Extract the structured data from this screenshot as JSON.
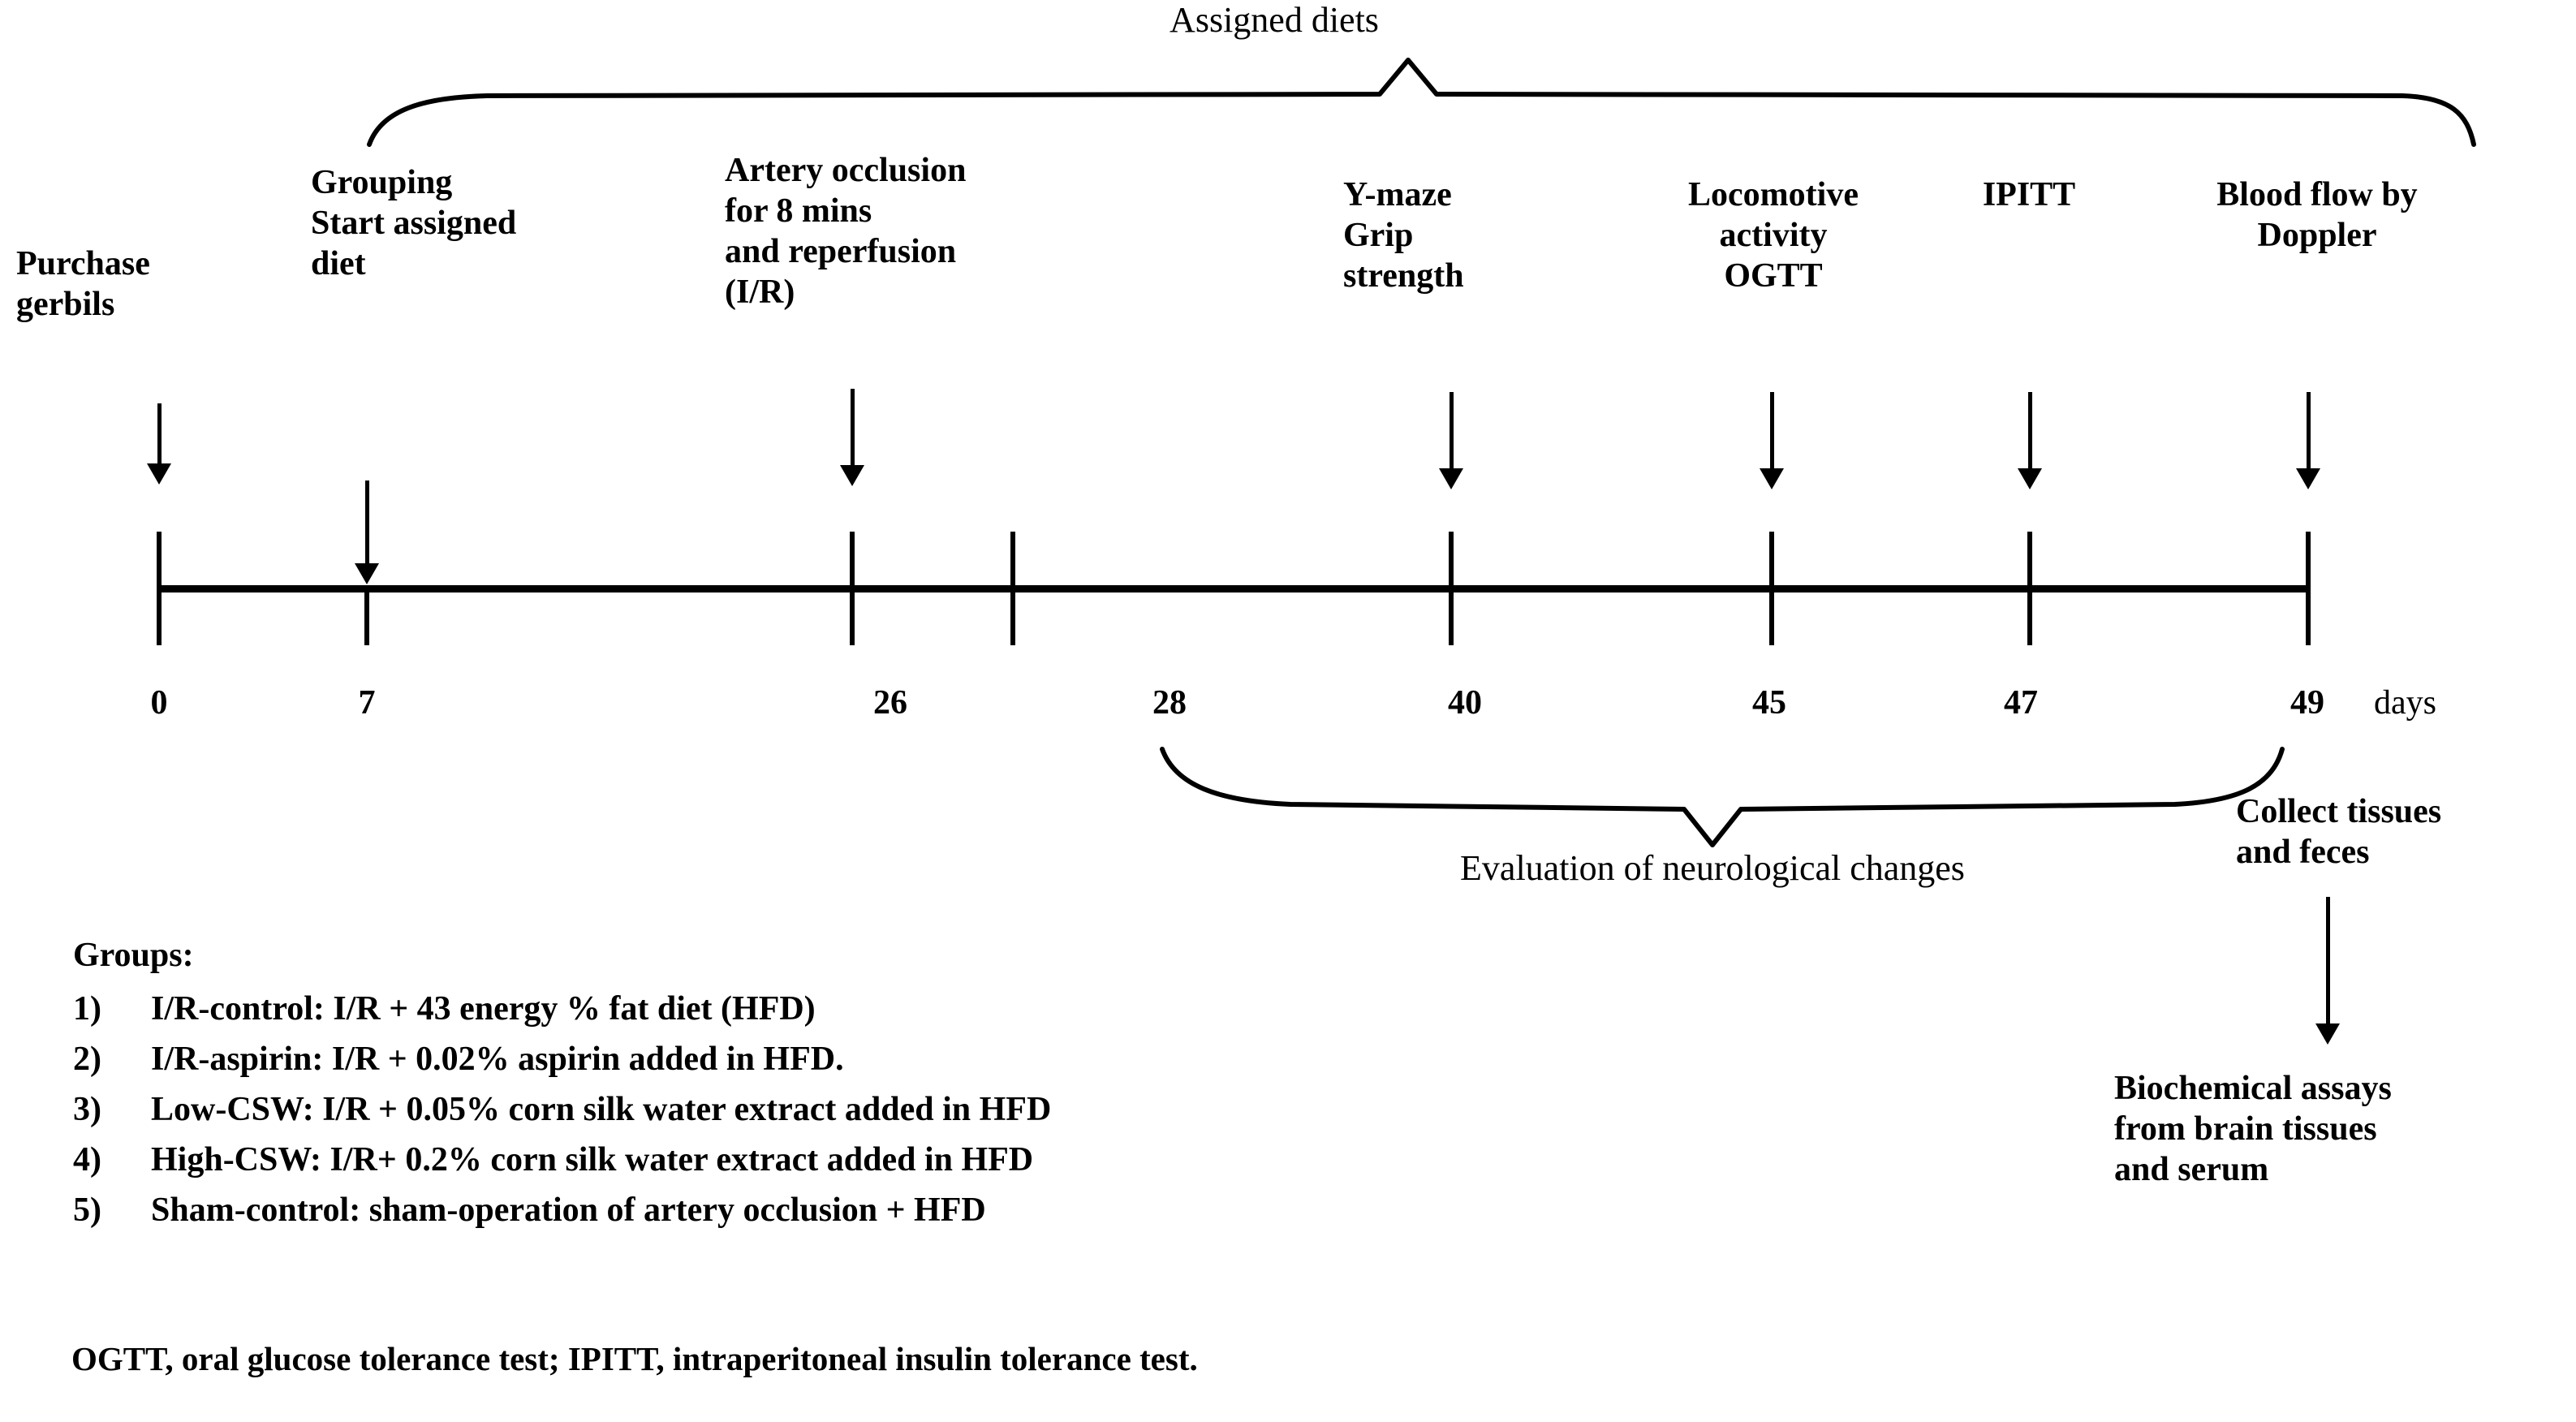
{
  "diagram": {
    "type": "experimental-timeline",
    "top_bracket_label": "Assigned diets",
    "bottom_bracket_label": "Evaluation of neurological changes",
    "axis_unit_label": "days"
  },
  "timeline": {
    "days": [
      0,
      7,
      26,
      28,
      40,
      45,
      47,
      49
    ],
    "day_labels": [
      "0",
      "7",
      "26",
      "28",
      "40",
      "45",
      "47",
      "49"
    ],
    "events": [
      {
        "day": "0",
        "lines": "Purchase\ngerbils"
      },
      {
        "day": "7",
        "lines": "Grouping\nStart assigned\ndiet"
      },
      {
        "day": "26",
        "lines": "Artery occlusion\nfor 8 mins\nand reperfusion\n(I/R)"
      },
      {
        "day": "40",
        "lines": "Y-maze\nGrip\nstrength"
      },
      {
        "day": "45",
        "lines": "Locomotive\nactivity\nOGTT"
      },
      {
        "day": "47",
        "lines": "IPITT"
      },
      {
        "day": "49",
        "lines": "Blood flow by\nDoppler"
      }
    ]
  },
  "endpoint": {
    "collect_label": "Collect tissues\nand feces",
    "assays_label": "Biochemical assays\nfrom brain tissues\nand serum"
  },
  "groups": {
    "heading": "Groups:",
    "items": [
      {
        "num": "1)",
        "text": "I/R-control: I/R + 43 energy % fat diet (HFD)"
      },
      {
        "num": "2)",
        "text": "I/R-aspirin:  I/R + 0.02% aspirin added in HFD."
      },
      {
        "num": "3)",
        "text": "Low-CSW: I/R + 0.05% corn silk water extract added in HFD"
      },
      {
        "num": "4)",
        "text": "High-CSW: I/R+ 0.2% corn silk water extract added in HFD"
      },
      {
        "num": "5)",
        "text": "Sham-control: sham-operation of artery occlusion + HFD"
      }
    ]
  },
  "footnote": {
    "text": "OGTT, oral glucose tolerance test; IPITT, intraperitoneal insulin tolerance test."
  },
  "colors": {
    "ink": "#000000",
    "background": "#ffffff"
  }
}
